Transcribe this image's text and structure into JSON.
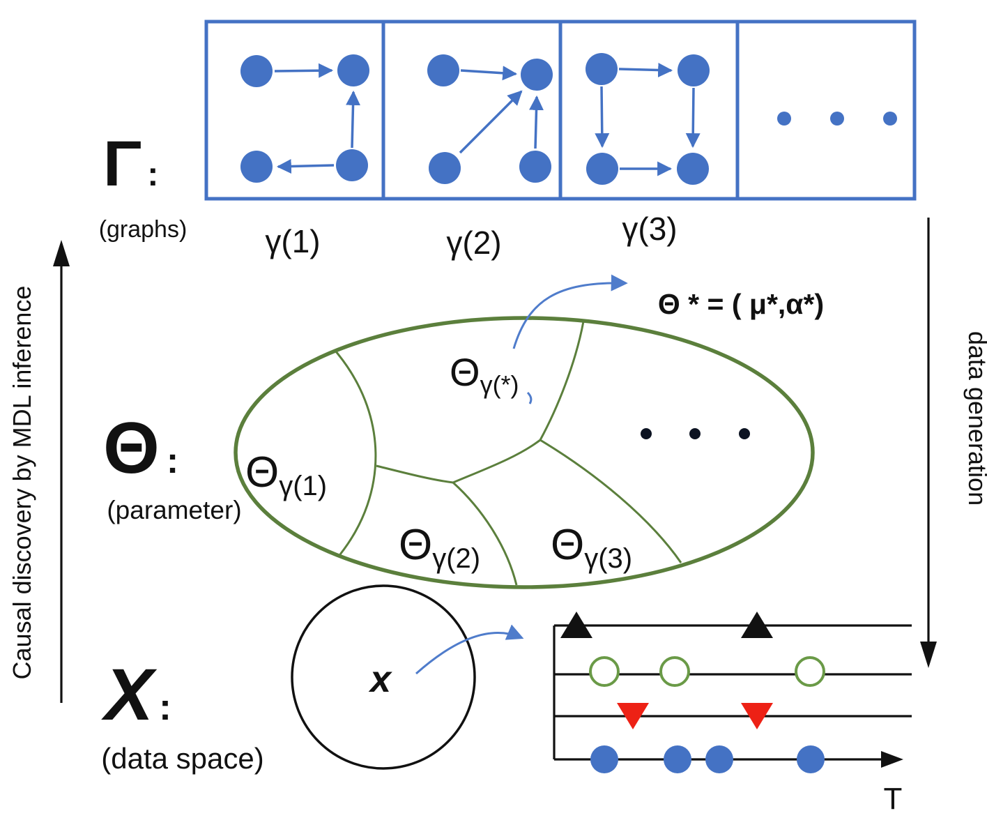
{
  "colors": {
    "blue": "#4472C4",
    "arrow-blue": "#4f7ccb",
    "green": "#5b7f3c",
    "green-light": "#6a9a47",
    "red": "#ed2115",
    "ink": "#111111",
    "dot": "#0c1322"
  },
  "figure": {
    "graphs": {
      "symbol": "Γ",
      "colon": ":",
      "caption": "(graphs)",
      "labels": [
        "γ(1)",
        "γ(2)",
        "γ(3)"
      ]
    },
    "parameters": {
      "symbol": "Θ",
      "colon": ":",
      "caption": "(parameter)",
      "regions": [
        {
          "base": "Θ",
          "sub": "γ(1)"
        },
        {
          "base": "Θ",
          "sub": "γ(2)"
        },
        {
          "base": "Θ",
          "sub": "γ(3)"
        },
        {
          "base": "Θ",
          "sub": "γ(*)"
        }
      ],
      "optimal": "Θ * = ( μ*,α*)"
    },
    "data_space": {
      "symbol": "X",
      "colon": ":",
      "caption": "(data space)",
      "sample": "x",
      "time_axis": "T"
    },
    "axes": {
      "left": "Causal discovery by MDL inference",
      "right": "data generation"
    }
  }
}
